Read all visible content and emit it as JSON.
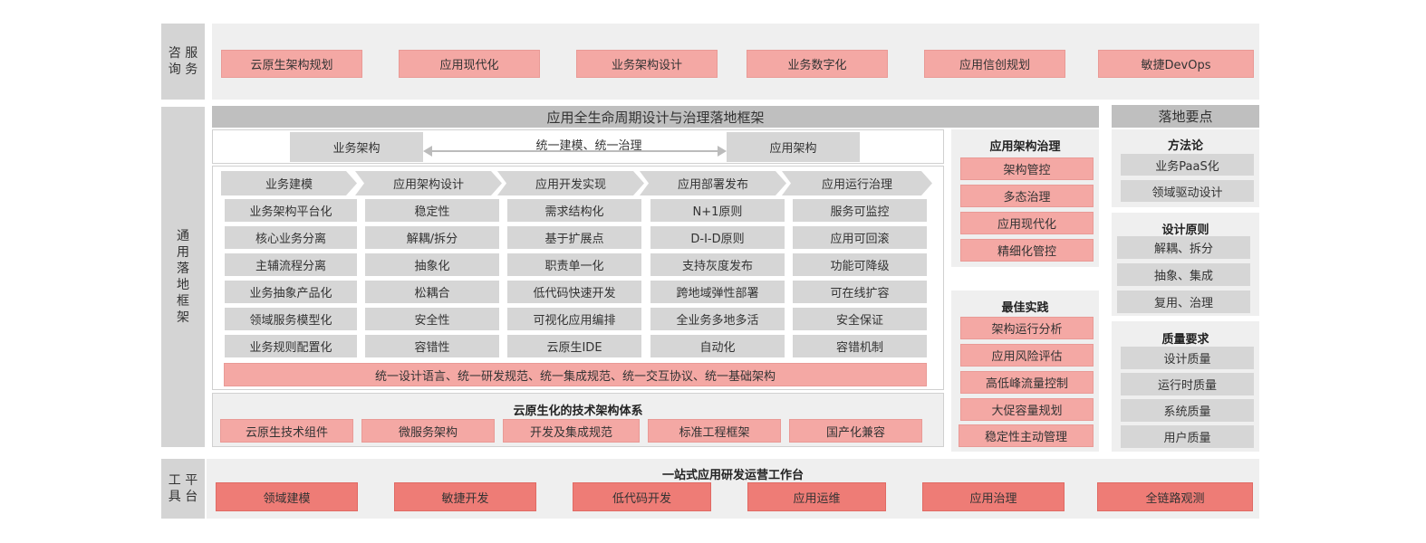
{
  "consult": {
    "side_label": "咨 服\n询 务",
    "items": [
      "云原生架构规划",
      "应用现代化",
      "业务架构设计",
      "业务数字化",
      "应用信创规划",
      "敏捷DevOps"
    ]
  },
  "framework": {
    "side_label": "通\n用\n落\n地\n框\n架",
    "title": "应用全生命周期设计与治理落地框架",
    "biz_arch": "业务架构",
    "app_arch": "应用架构",
    "unify": "统一建模、统一治理",
    "phases": [
      "业务建模",
      "应用架构设计",
      "应用开发实现",
      "应用部署发布",
      "应用运行治理"
    ],
    "columns": [
      [
        "业务架构平台化",
        "核心业务分离",
        "主辅流程分离",
        "业务抽象产品化",
        "领域服务模型化",
        "业务规则配置化"
      ],
      [
        "稳定性",
        "解耦/拆分",
        "抽象化",
        "松耦合",
        "安全性",
        "容错性"
      ],
      [
        "需求结构化",
        "基于扩展点",
        "职责单一化",
        "低代码快速开发",
        "可视化应用编排",
        "云原生IDE"
      ],
      [
        "N+1原则",
        "D-I-D原则",
        "支持灰度发布",
        "跨地域弹性部署",
        "全业务多地多活",
        "自动化"
      ],
      [
        "服务可监控",
        "应用可回滚",
        "功能可降级",
        "可在线扩容",
        "安全保证",
        "容错机制"
      ]
    ],
    "unify_bar": "统一设计语言、统一研发规范、统一集成规范、统一交互协议、统一基础架构",
    "tech_title": "云原生化的技术架构体系",
    "tech_items": [
      "云原生技术组件",
      "微服务架构",
      "开发及集成规范",
      "标准工程框架",
      "国产化兼容"
    ]
  },
  "governance": {
    "title": "应用架构治理",
    "items": [
      "架构管控",
      "多态治理",
      "应用现代化",
      "精细化管控"
    ]
  },
  "practice": {
    "title": "最佳实践",
    "items": [
      "架构运行分析",
      "应用风险评估",
      "高低峰流量控制",
      "大促容量规划",
      "稳定性主动管理"
    ]
  },
  "keypoints": {
    "title": "落地要点",
    "method_title": "方法论",
    "method_items": [
      "业务PaaS化",
      "领域驱动设计"
    ],
    "design_title": "设计原则",
    "design_items": [
      "解耦、拆分",
      "抽象、集成",
      "复用、治理"
    ],
    "quality_title": "质量要求",
    "quality_items": [
      "设计质量",
      "运行时质量",
      "系统质量",
      "用户质量"
    ]
  },
  "platform": {
    "side_label": "工 平\n具 台",
    "title": "一站式应用研发运营工作台",
    "items": [
      "领域建模",
      "敏捷开发",
      "低代码开发",
      "应用运维",
      "应用治理",
      "全链路观测"
    ]
  },
  "colors": {
    "pink": "#f4a8a4",
    "red": "#ee7c76",
    "gray": "#d6d6d6",
    "panel": "#efefef"
  }
}
